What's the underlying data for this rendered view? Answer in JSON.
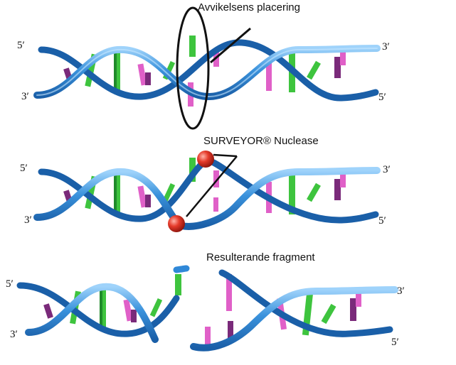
{
  "labels": {
    "mismatch": "Avvikelsens placering",
    "nuclease": "SURVEYOR® Nuclease",
    "fragments": "Resulterande fragment"
  },
  "strand_ends": {
    "five": "5′",
    "three": "3′"
  },
  "colors": {
    "helix_light": "#6cb6f0",
    "helix_mid": "#2f88d8",
    "helix_dark": "#1a5fa8",
    "base_green": "#3ec43e",
    "base_green_dark": "#1f8a2a",
    "base_magenta": "#e060c8",
    "base_purple": "#7a2a7a",
    "cut_site": "#e53a2a",
    "ellipse": "#111111"
  },
  "icons": {
    "cut_marker": "red-sphere-icon"
  }
}
